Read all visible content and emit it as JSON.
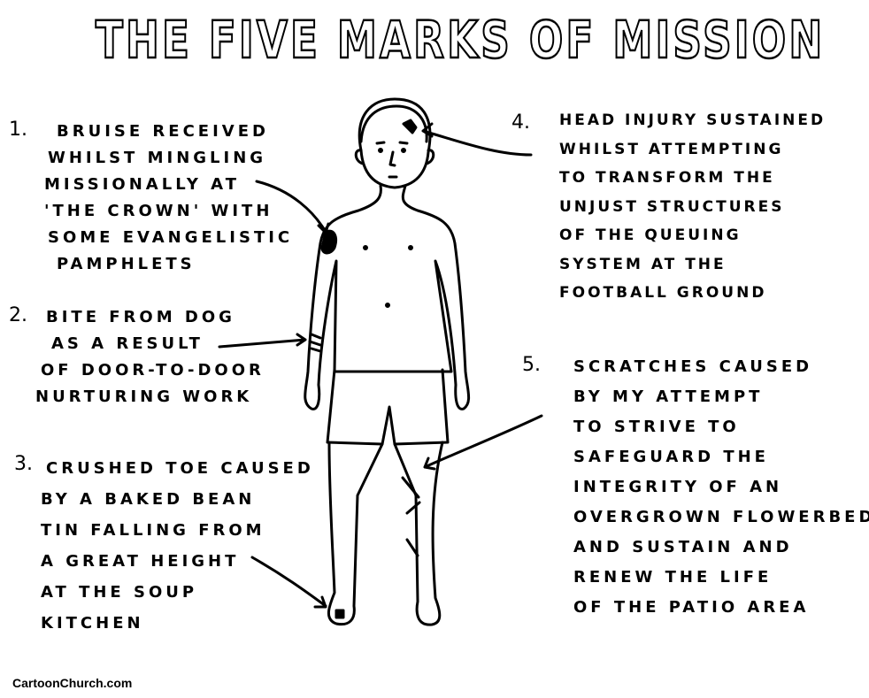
{
  "title": "THE FIVE MARKS OF MISSION",
  "marks": [
    {
      "number": "1.",
      "lines": [
        "BRUISE RECEIVED",
        "WHILST MINGLING",
        "MISSIONALLY AT",
        "'THE CROWN' WITH",
        "SOME EVANGELISTIC",
        "PAMPHLETS"
      ]
    },
    {
      "number": "2.",
      "lines": [
        "BITE FROM DOG",
        "AS A RESULT",
        "OF DOOR-TO-DOOR",
        "NURTURING WORK"
      ]
    },
    {
      "number": "3.",
      "lines": [
        "CRUSHED TOE CAUSED",
        "BY A BAKED BEAN",
        "TIN FALLING FROM",
        "A GREAT HEIGHT",
        "AT THE SOUP",
        "KITCHEN"
      ]
    },
    {
      "number": "4.",
      "lines": [
        "HEAD INJURY SUSTAINED",
        "WHILST ATTEMPTING",
        "TO TRANSFORM THE",
        "UNJUST STRUCTURES",
        "OF THE QUEUING",
        "SYSTEM AT THE",
        "FOOTBALL GROUND"
      ]
    },
    {
      "number": "5.",
      "lines": [
        "SCRATCHES CAUSED",
        "BY MY ATTEMPT",
        "TO STRIVE TO",
        "SAFEGUARD THE",
        "INTEGRITY OF AN",
        "OVERGROWN FLOWERBED",
        "AND SUSTAIN AND",
        "RENEW THE LIFE",
        "OF THE PATIO AREA"
      ]
    }
  ],
  "footer": "CartoonChurch.com"
}
